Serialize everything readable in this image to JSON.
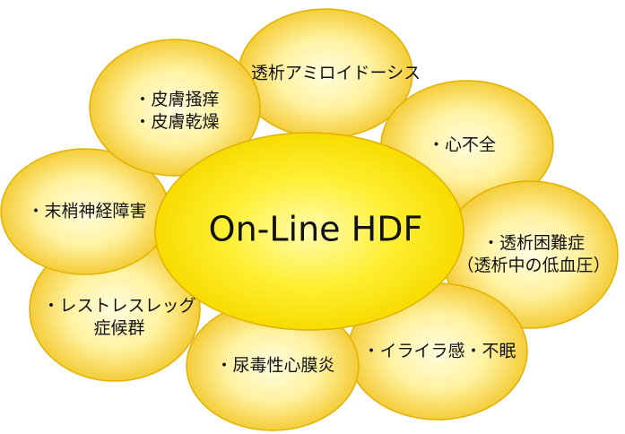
{
  "center": {
    "label": "On-Line HDF"
  },
  "petals": [
    {
      "id": "amyloidosis",
      "lines": [
        "・透析アミロイドーシス"
      ]
    },
    {
      "id": "heart-failure",
      "lines": [
        "・心不全"
      ]
    },
    {
      "id": "dialysis-difficulty",
      "lines": [
        "・透析困難症",
        "（透析中の低血圧）"
      ]
    },
    {
      "id": "insomnia",
      "lines": [
        "・イライラ感・不眠"
      ]
    },
    {
      "id": "uremic-pericarditis",
      "lines": [
        "・尿毒性心膜炎"
      ]
    },
    {
      "id": "restless-legs",
      "lines": [
        "・レストレスレッグ",
        "症候群"
      ]
    },
    {
      "id": "neuropathy",
      "lines": [
        "・末梢神経障害"
      ]
    },
    {
      "id": "skin",
      "lines": [
        "・皮膚掻痒",
        "・皮膚乾燥"
      ]
    }
  ],
  "colors": {
    "petal_center": "#fffde0",
    "petal_mid": "#fff2a0",
    "petal_edge": "#f5cd3a",
    "center_core": "#fffcb0",
    "center_mid": "#ffef33",
    "center_edge": "#f7dc00",
    "outline": "#e2b200",
    "text": "#111111"
  }
}
